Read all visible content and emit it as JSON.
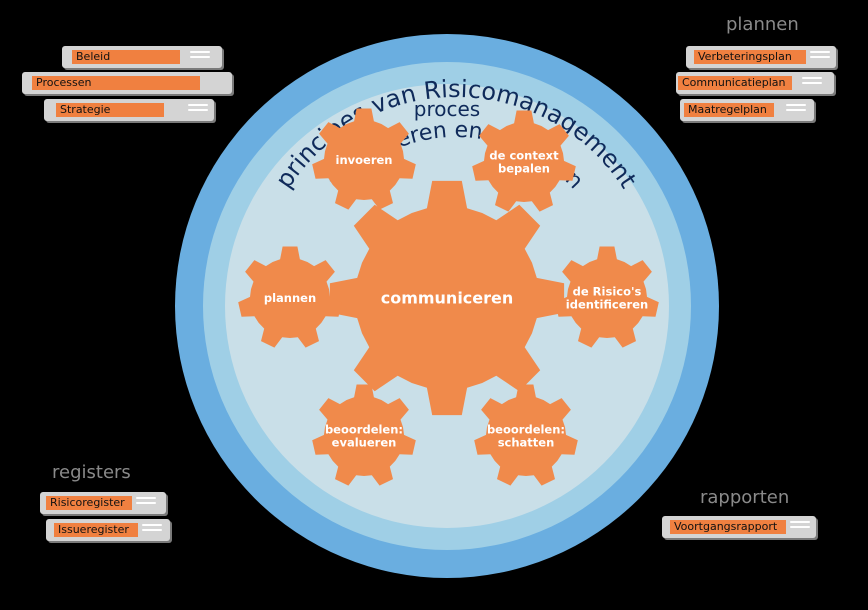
{
  "diagram": {
    "outer_ring": "principes van Risicomanagement",
    "middle_ring": "verankeren en reviewen",
    "inner_title": "proces",
    "center_gear": "communiceren",
    "gears": [
      {
        "label": "invoeren"
      },
      {
        "label": "de context|bepalen"
      },
      {
        "label": "de Risico's|identificeren"
      },
      {
        "label": "beoordelen:|schatten"
      },
      {
        "label": "beoordelen:|evalueren"
      },
      {
        "label": "plannen"
      }
    ]
  },
  "groups": {
    "left_top": {
      "items": [
        "Beleid",
        "Processen",
        "Strategie"
      ]
    },
    "right_top": {
      "title": "plannen",
      "items": [
        "Verbeteringsplan",
        "Communicatieplan",
        "Maatregelplan"
      ]
    },
    "left_bottom": {
      "title": "registers",
      "items": [
        "Risicoregister",
        "Issueregister"
      ]
    },
    "right_bottom": {
      "title": "rapporten",
      "items": [
        "Voortgangsrapport"
      ]
    }
  },
  "colors": {
    "outer_ring": "#6aaee0",
    "middle_ring": "#9fcfe6",
    "inner_disc": "#c9dfe8",
    "gear": "#f08a4b",
    "binder": "#d4d4d4",
    "label_bg": "#f08040",
    "group_title": "#8a8a8a"
  }
}
